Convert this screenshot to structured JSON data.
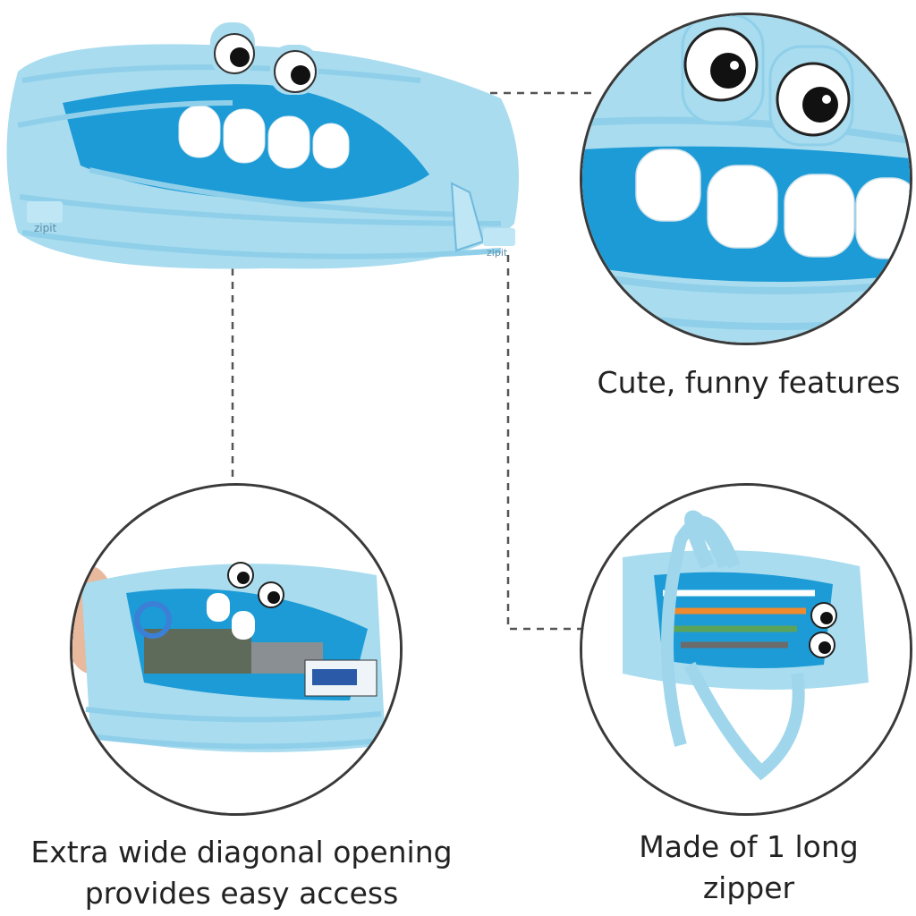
{
  "product": {
    "brand_label": "zipit"
  },
  "captions": {
    "features": "Cute, funny features",
    "opening_line1": "Extra wide diagonal opening",
    "opening_line2": "provides easy access",
    "zipper": "Made of 1 long zipper"
  },
  "colors": {
    "pouch_light": "#a9dcef",
    "pouch_mid": "#8fcfe9",
    "pouch_dark": "#5fb4da",
    "interior": "#1c9bd6",
    "teeth": "#ffffff",
    "eye_pupil": "#111111",
    "outline": "#3a3a3a",
    "dash": "#555555"
  },
  "icons": [
    "eye-icon",
    "zipper-pull-icon"
  ]
}
